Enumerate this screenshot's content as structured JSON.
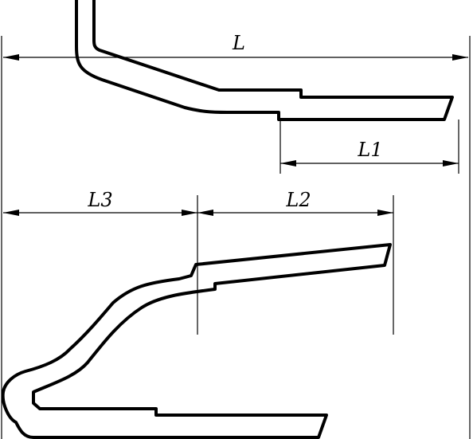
{
  "labels": {
    "L": "L",
    "L1": "L1",
    "L2": "L2",
    "L3": "L3"
  }
}
